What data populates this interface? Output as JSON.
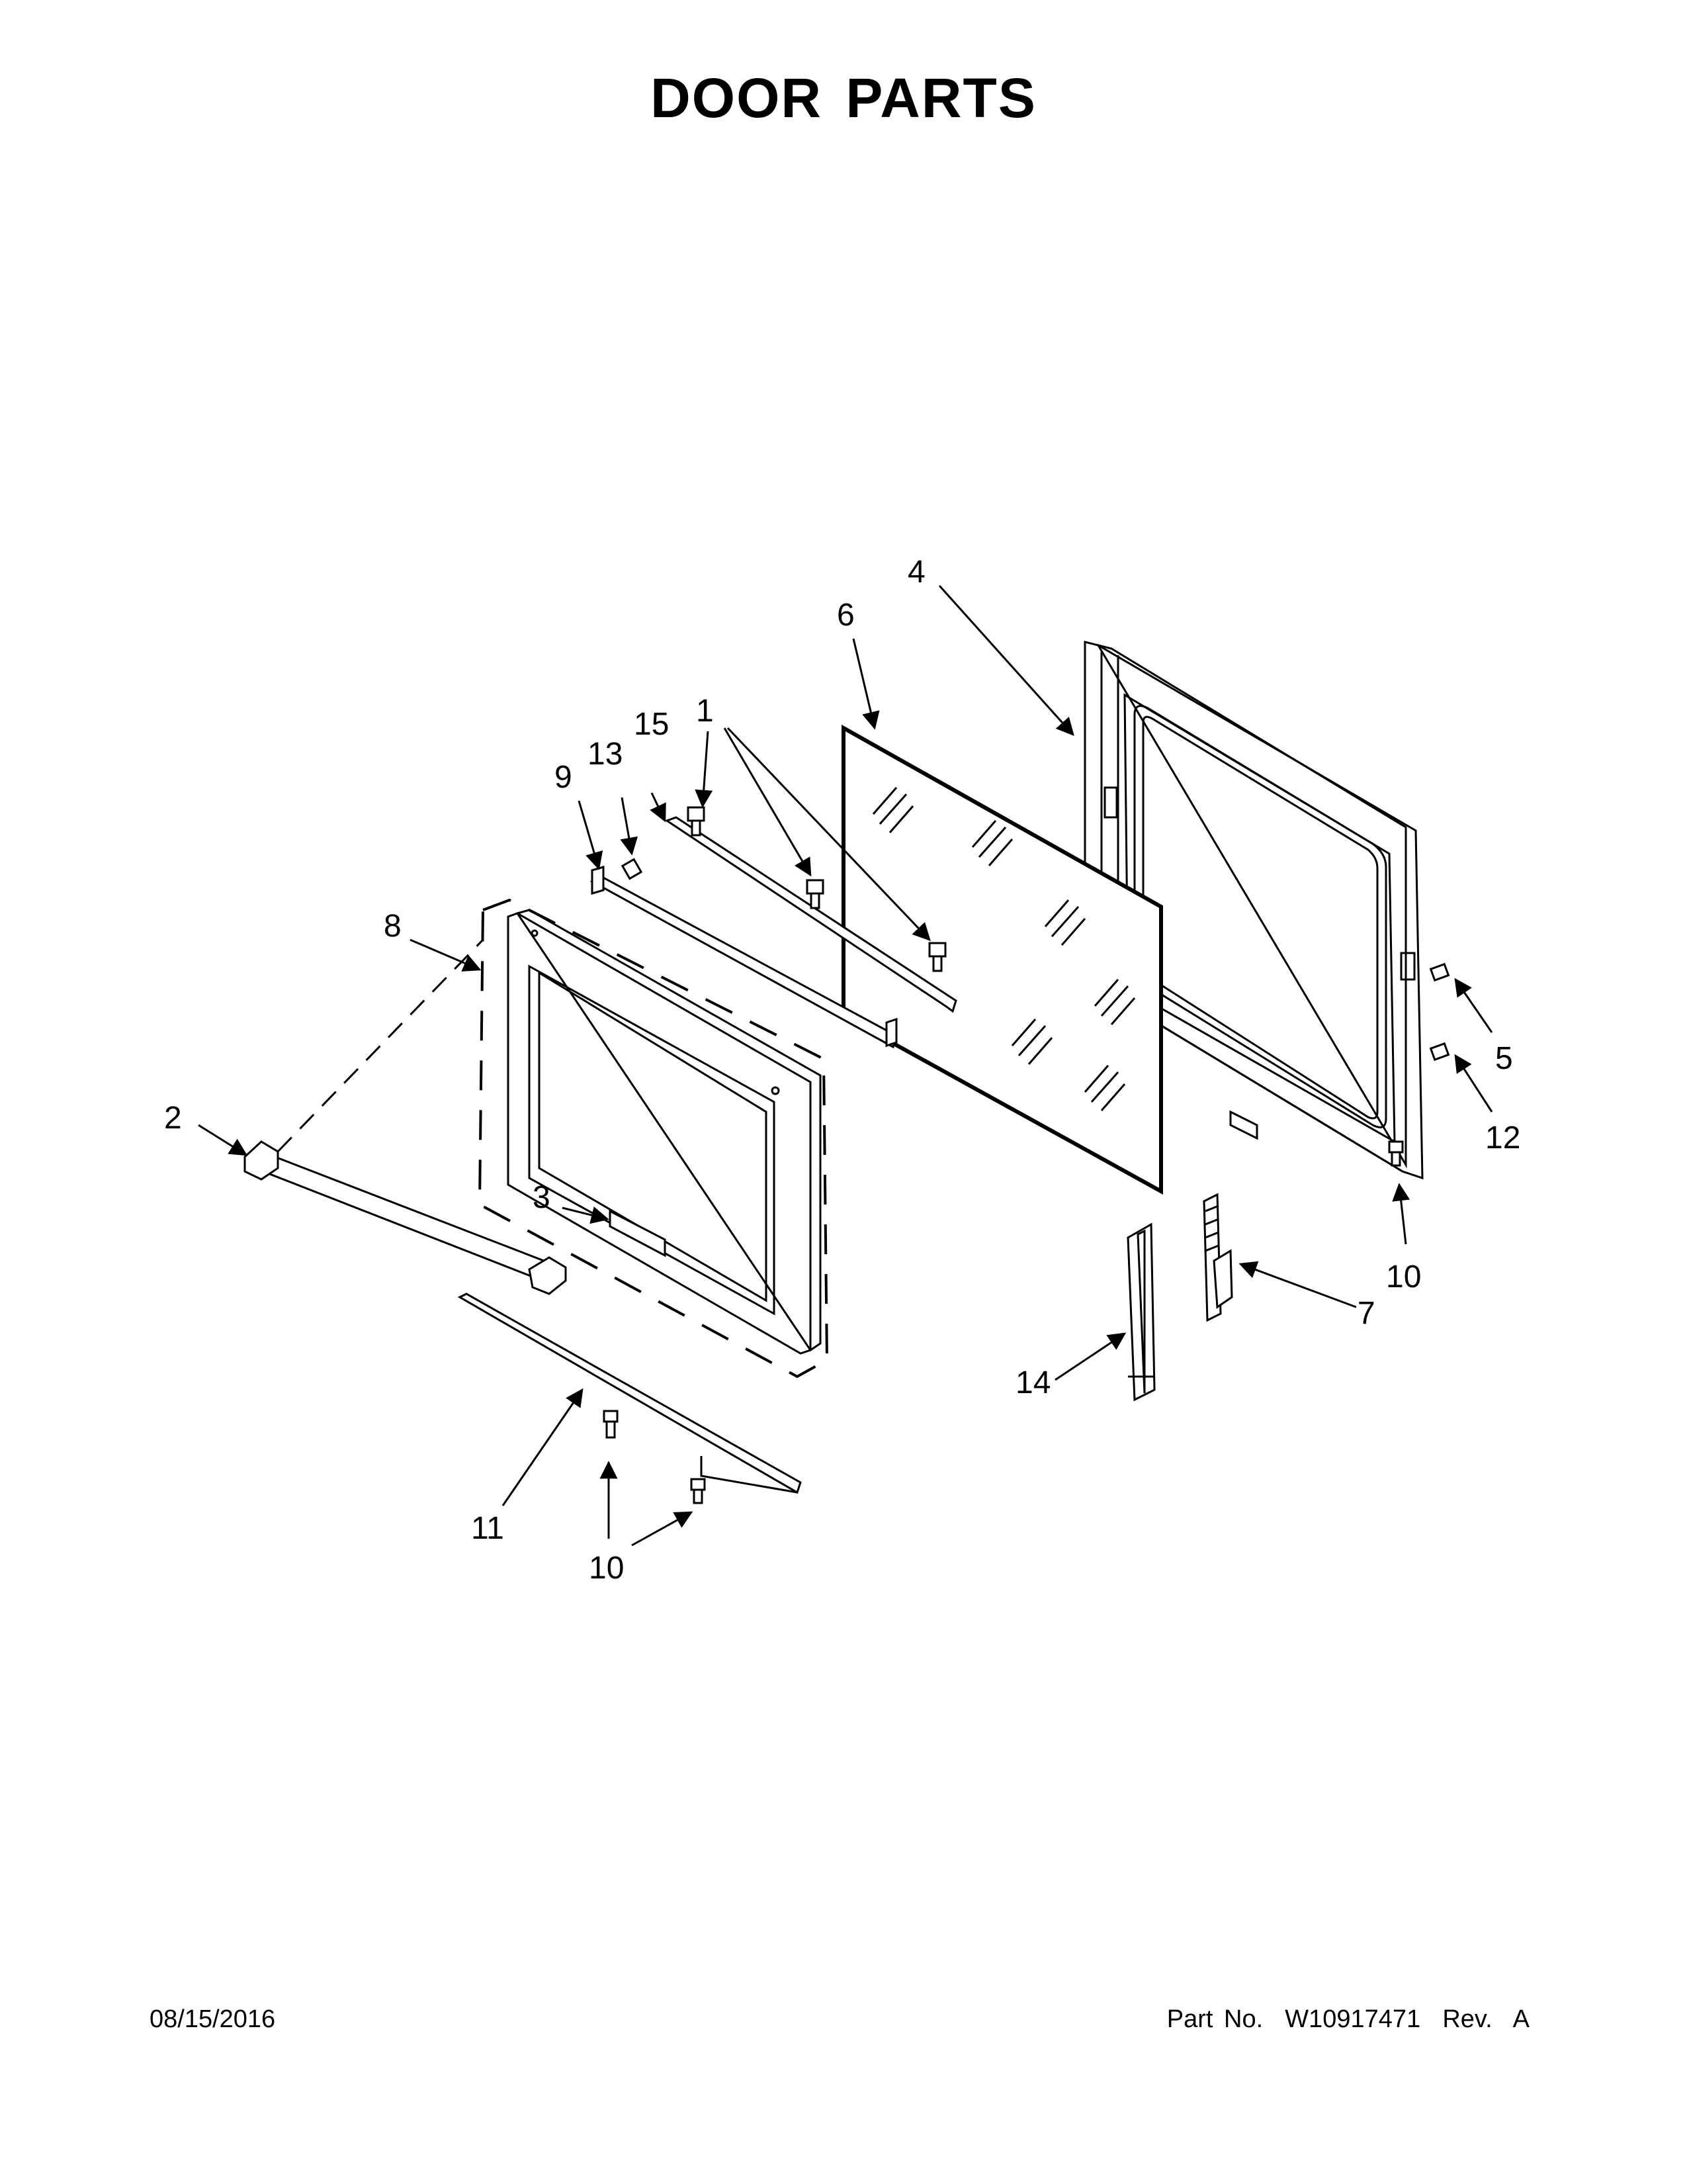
{
  "title": "DOOR PARTS",
  "footer": {
    "date": "08/15/2016",
    "part_number": "Part No.  W10917471  Rev.  A"
  },
  "callouts": {
    "c1": "1",
    "c2": "2",
    "c3": "3",
    "c4": "4",
    "c5": "5",
    "c6": "6",
    "c7": "7",
    "c8": "8",
    "c9": "9",
    "c10a": "10",
    "c10b": "10",
    "c11": "11",
    "c12": "12",
    "c13": "13",
    "c14": "14",
    "c15": "15"
  }
}
